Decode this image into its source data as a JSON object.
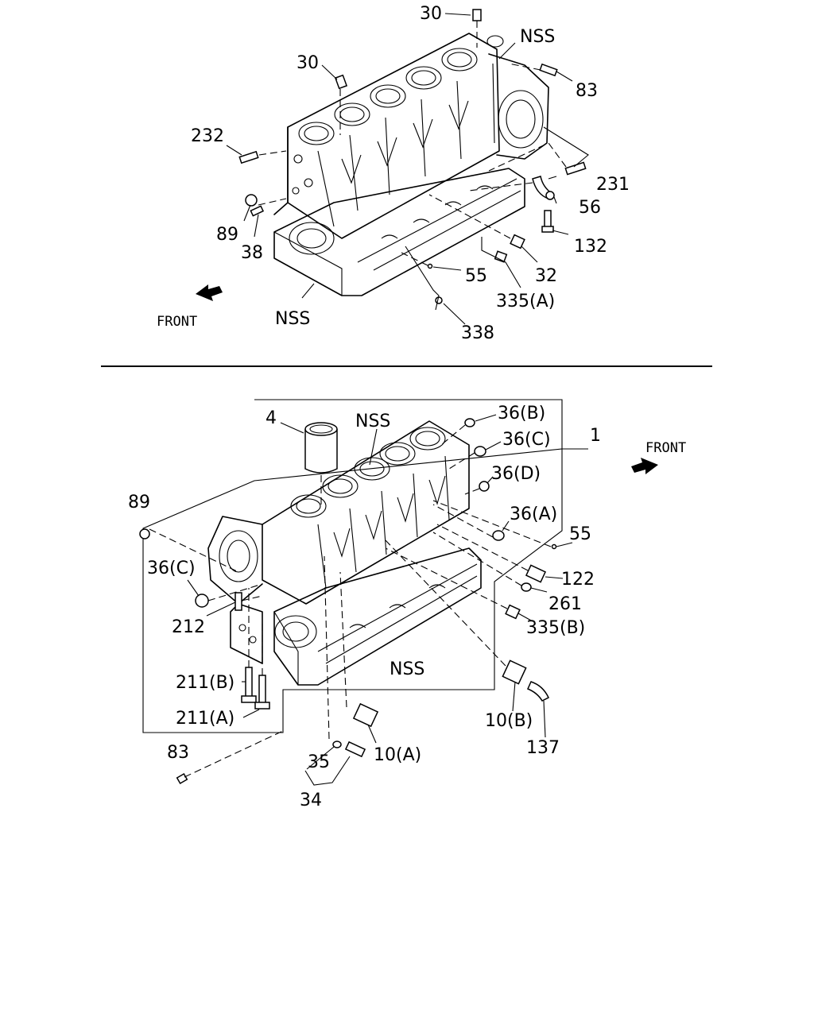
{
  "diagram": {
    "top_section": {
      "front_label": "FRONT",
      "callouts": {
        "c30a": "30",
        "c30b": "30",
        "nss_top": "NSS",
        "c83": "83",
        "c232": "232",
        "c231": "231",
        "c56": "56",
        "c89": "89",
        "c38": "38",
        "c132": "132",
        "c55": "55",
        "c32": "32",
        "c335a": "335(A)",
        "nss_bottom": "NSS",
        "c338": "338"
      }
    },
    "bottom_section": {
      "front_label": "FRONT",
      "callouts": {
        "c4": "4",
        "nss_top": "NSS",
        "c36b": "36(B)",
        "c1": "1",
        "c36c_right": "36(C)",
        "c36d": "36(D)",
        "c89": "89",
        "c36a": "36(A)",
        "c55": "55",
        "c36c_left": "36(C)",
        "c122": "122",
        "c261": "261",
        "c212": "212",
        "c335b": "335(B)",
        "nss_mid": "NSS",
        "c211b": "211(B)",
        "c10b": "10(B)",
        "c211a": "211(A)",
        "c137": "137",
        "c83": "83",
        "c35": "35",
        "c10a": "10(A)",
        "c34": "34"
      }
    }
  }
}
